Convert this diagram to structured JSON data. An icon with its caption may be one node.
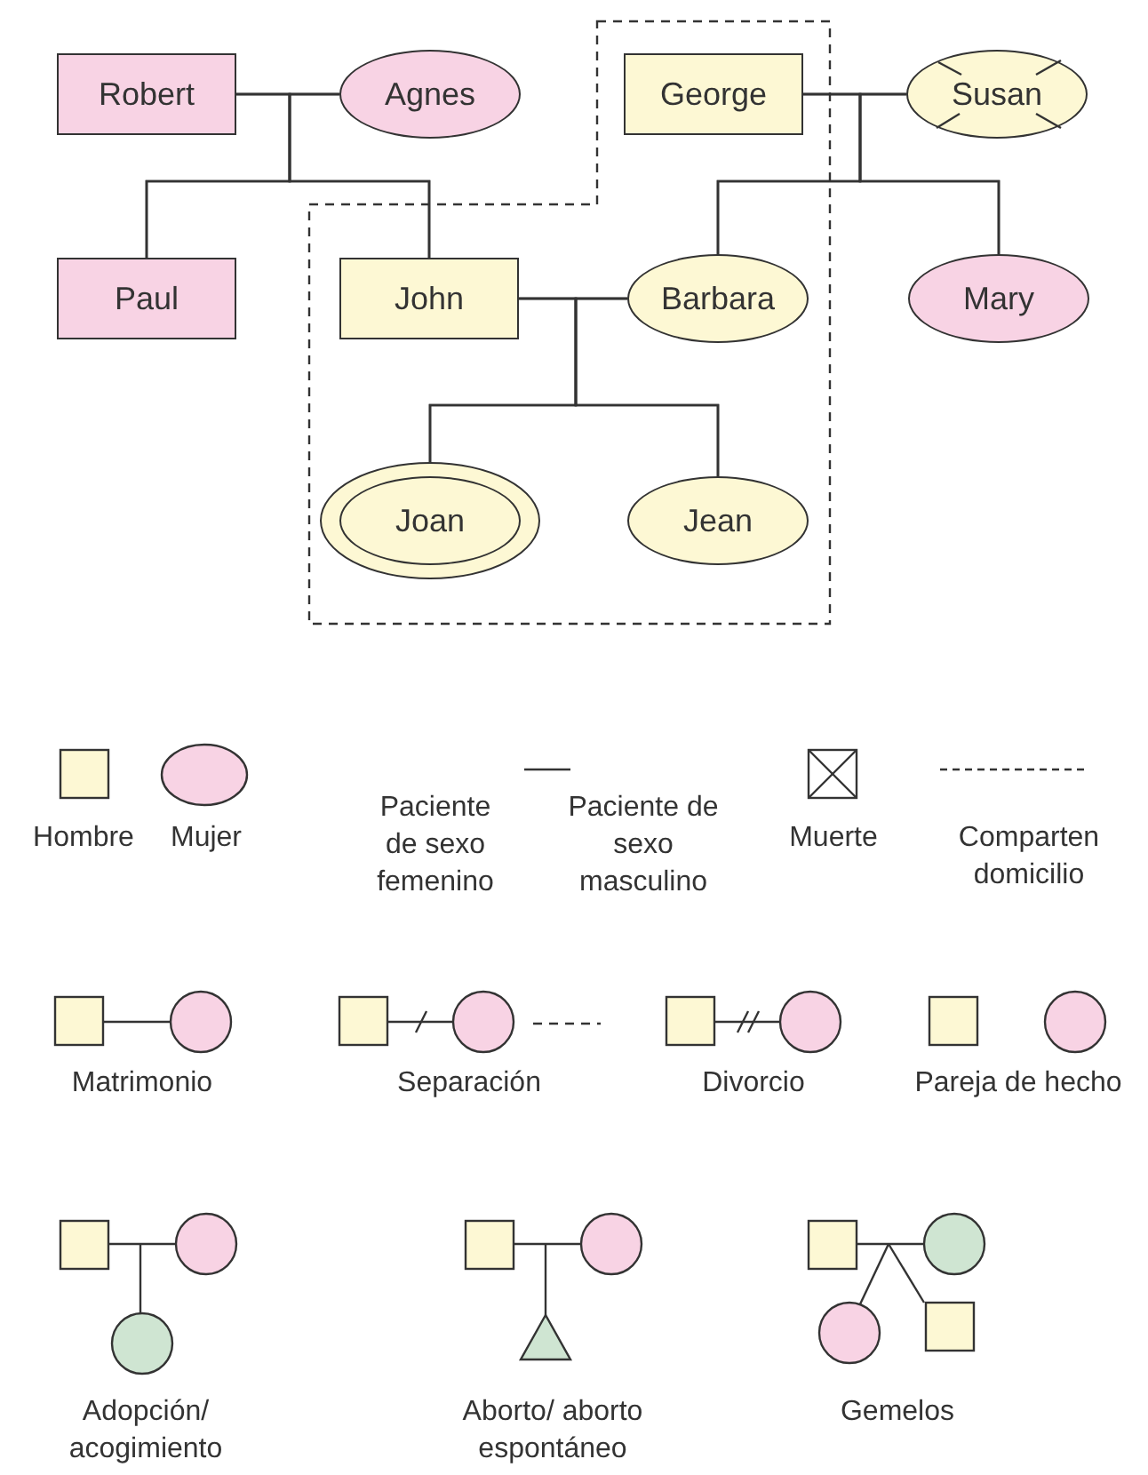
{
  "diagram": {
    "nodes": [
      {
        "text": [
          "Robert"
        ]
      },
      {
        "text": [
          "Agnes"
        ]
      },
      {
        "text": [
          "George"
        ]
      },
      {
        "text": [
          "Susan"
        ]
      },
      {
        "text": [
          "Paul"
        ]
      },
      {
        "text": [
          "John"
        ]
      },
      {
        "text": [
          "Barbara"
        ]
      },
      {
        "text": [
          "Mary"
        ]
      },
      {
        "text": [
          "Joan"
        ]
      },
      {
        "text": [
          "Jean"
        ]
      }
    ],
    "edges": [
      {
        "from": 0,
        "to": 1,
        "arrow": "none"
      },
      {
        "from": 0,
        "to": 4,
        "arrow": "none"
      },
      {
        "from": 1,
        "to": 4,
        "arrow": "none"
      },
      {
        "from": 0,
        "to": 5,
        "arrow": "none"
      },
      {
        "from": 1,
        "to": 5,
        "arrow": "none"
      },
      {
        "from": 2,
        "to": 3,
        "arrow": "none"
      },
      {
        "from": 2,
        "to": 6,
        "arrow": "none"
      },
      {
        "from": 3,
        "to": 6,
        "arrow": "none"
      },
      {
        "from": 2,
        "to": 7,
        "arrow": "none"
      },
      {
        "from": 3,
        "to": 7,
        "arrow": "none"
      },
      {
        "from": 5,
        "to": 6,
        "arrow": "none"
      },
      {
        "from": 5,
        "to": 8,
        "arrow": "none"
      },
      {
        "from": 6,
        "to": 8,
        "arrow": "none"
      },
      {
        "from": 5,
        "to": 9,
        "arrow": "none"
      },
      {
        "from": 6,
        "to": 9,
        "arrow": "none"
      }
    ],
    "legend": [
      {
        "text": "Hombre"
      },
      {
        "text": "Mujer"
      },
      {
        "text": "Paciente de sexo femenino"
      },
      {
        "text": "Paciente de sexo masculino"
      },
      {
        "text": "Muerte"
      },
      {
        "text": "Comparten domicilio"
      },
      {
        "text": "Matrimonio"
      },
      {
        "text": "Separación"
      },
      {
        "text": "Divorcio"
      },
      {
        "text": "Pareja de hecho"
      },
      {
        "text": "Adopción/ acogimiento"
      },
      {
        "text": "Aborto/ aborto espontáneo"
      },
      {
        "text": "Gemelos"
      }
    ]
  }
}
